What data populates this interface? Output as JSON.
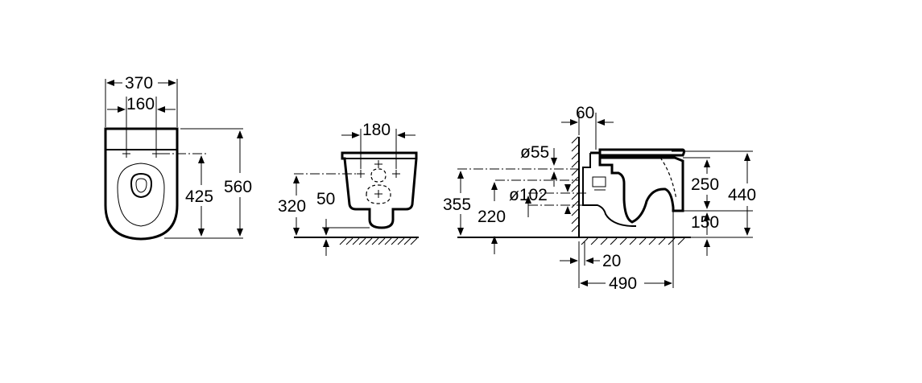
{
  "top_view": {
    "width_overall": "370",
    "fixing_spacing": "160",
    "length_overall": "560",
    "fixing_to_front": "425"
  },
  "front_view": {
    "fixing_spacing": "180",
    "fixing_height": "320",
    "outlet_offset": "50"
  },
  "side_view": {
    "wall_gap": "60",
    "inlet_diameter": "ø55",
    "outlet_diameter": "ø102",
    "inlet_height": "355",
    "outlet_height": "220",
    "rim_to_outlet": "250",
    "rim_height": "440",
    "base_height": "150",
    "wall_offset": "20",
    "projection": "490"
  }
}
